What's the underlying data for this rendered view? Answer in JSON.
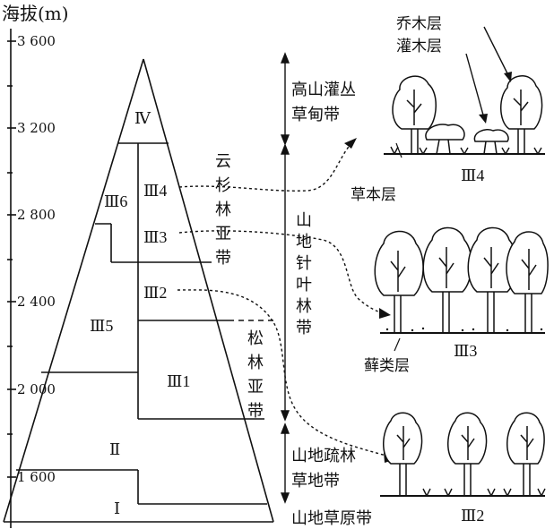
{
  "axis": {
    "title": "海拔(m)",
    "ticks": [
      "3 600",
      "3 200",
      "2 800",
      "2 400",
      "2 000",
      "1 600"
    ]
  },
  "zones": {
    "I": "Ⅰ",
    "II": "Ⅱ",
    "IV": "Ⅳ",
    "III1": "Ⅲ1",
    "III2": "Ⅲ2",
    "III3": "Ⅲ3",
    "III4": "Ⅲ4",
    "III5": "Ⅲ5",
    "III6": "Ⅲ6"
  },
  "belts": {
    "alpine_shrub_line1": "高山灌丛",
    "alpine_shrub_line2": "草甸带",
    "mountain_conifer": [
      "山",
      "地",
      "针",
      "叶",
      "林",
      "带"
    ],
    "spruce_subbelt": [
      "云",
      "杉",
      "林",
      "亚",
      "带"
    ],
    "pine_subbelt": [
      "松",
      "林",
      "亚",
      "带"
    ],
    "sparse_forest_line1": "山地疏林",
    "sparse_forest_line2": "草地带",
    "steppe": "山地草原带"
  },
  "layers": {
    "tree": "乔木层",
    "shrub": "灌木层",
    "herb": "草本层",
    "moss": "藓类层"
  },
  "panels": {
    "p4": "Ⅲ4",
    "p3": "Ⅲ3",
    "p2": "Ⅲ2"
  }
}
